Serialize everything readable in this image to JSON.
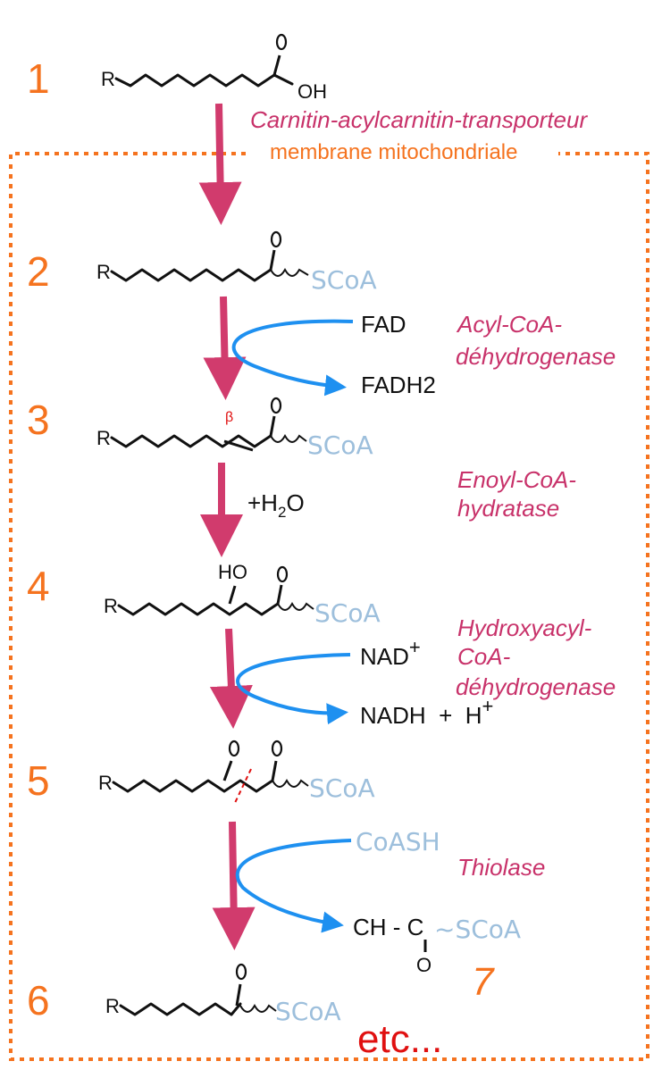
{
  "steps": [
    "1",
    "2",
    "3",
    "4",
    "5",
    "6",
    "7"
  ],
  "molecules": {
    "r": "R",
    "oh": "OH",
    "o": "O",
    "ho": "HO",
    "scoa": "SCoA",
    "beta": "β"
  },
  "transport": {
    "enzyme": "Carnitin-acylcarnitin-transporteur",
    "membrane": "membrane mitochondriale"
  },
  "reactions": [
    {
      "enzyme_lines": [
        "Acyl-CoA-",
        "déhydrogenase"
      ],
      "in": "FAD",
      "out": "FADH2"
    },
    {
      "enzyme_lines": [
        "Enoyl-CoA-",
        "hydratase"
      ],
      "in": "+H",
      "in_sub": "2",
      "in_tail": "O"
    },
    {
      "enzyme_lines": [
        "Hydroxyacyl-",
        "CoA-",
        "déhydrogenase"
      ],
      "in": "NAD",
      "in_sup": "+",
      "out": "NADH  +  H",
      "out_sup": "+"
    },
    {
      "enzyme_lines": [
        "Thiolase"
      ],
      "in": "CoASH",
      "out_a": "CH - C",
      "out_o": "O",
      "out_scoa": "~SCoA"
    }
  ],
  "etc": "etc...",
  "colors": {
    "step_number": "#f5731f",
    "enzyme": "#c8326a",
    "membrane": "#f5731f",
    "main_arrow": "#d13b6d",
    "cofactor_arrow": "#1e90f0",
    "coa": "#9dbfdc",
    "etc": "#e01010"
  }
}
